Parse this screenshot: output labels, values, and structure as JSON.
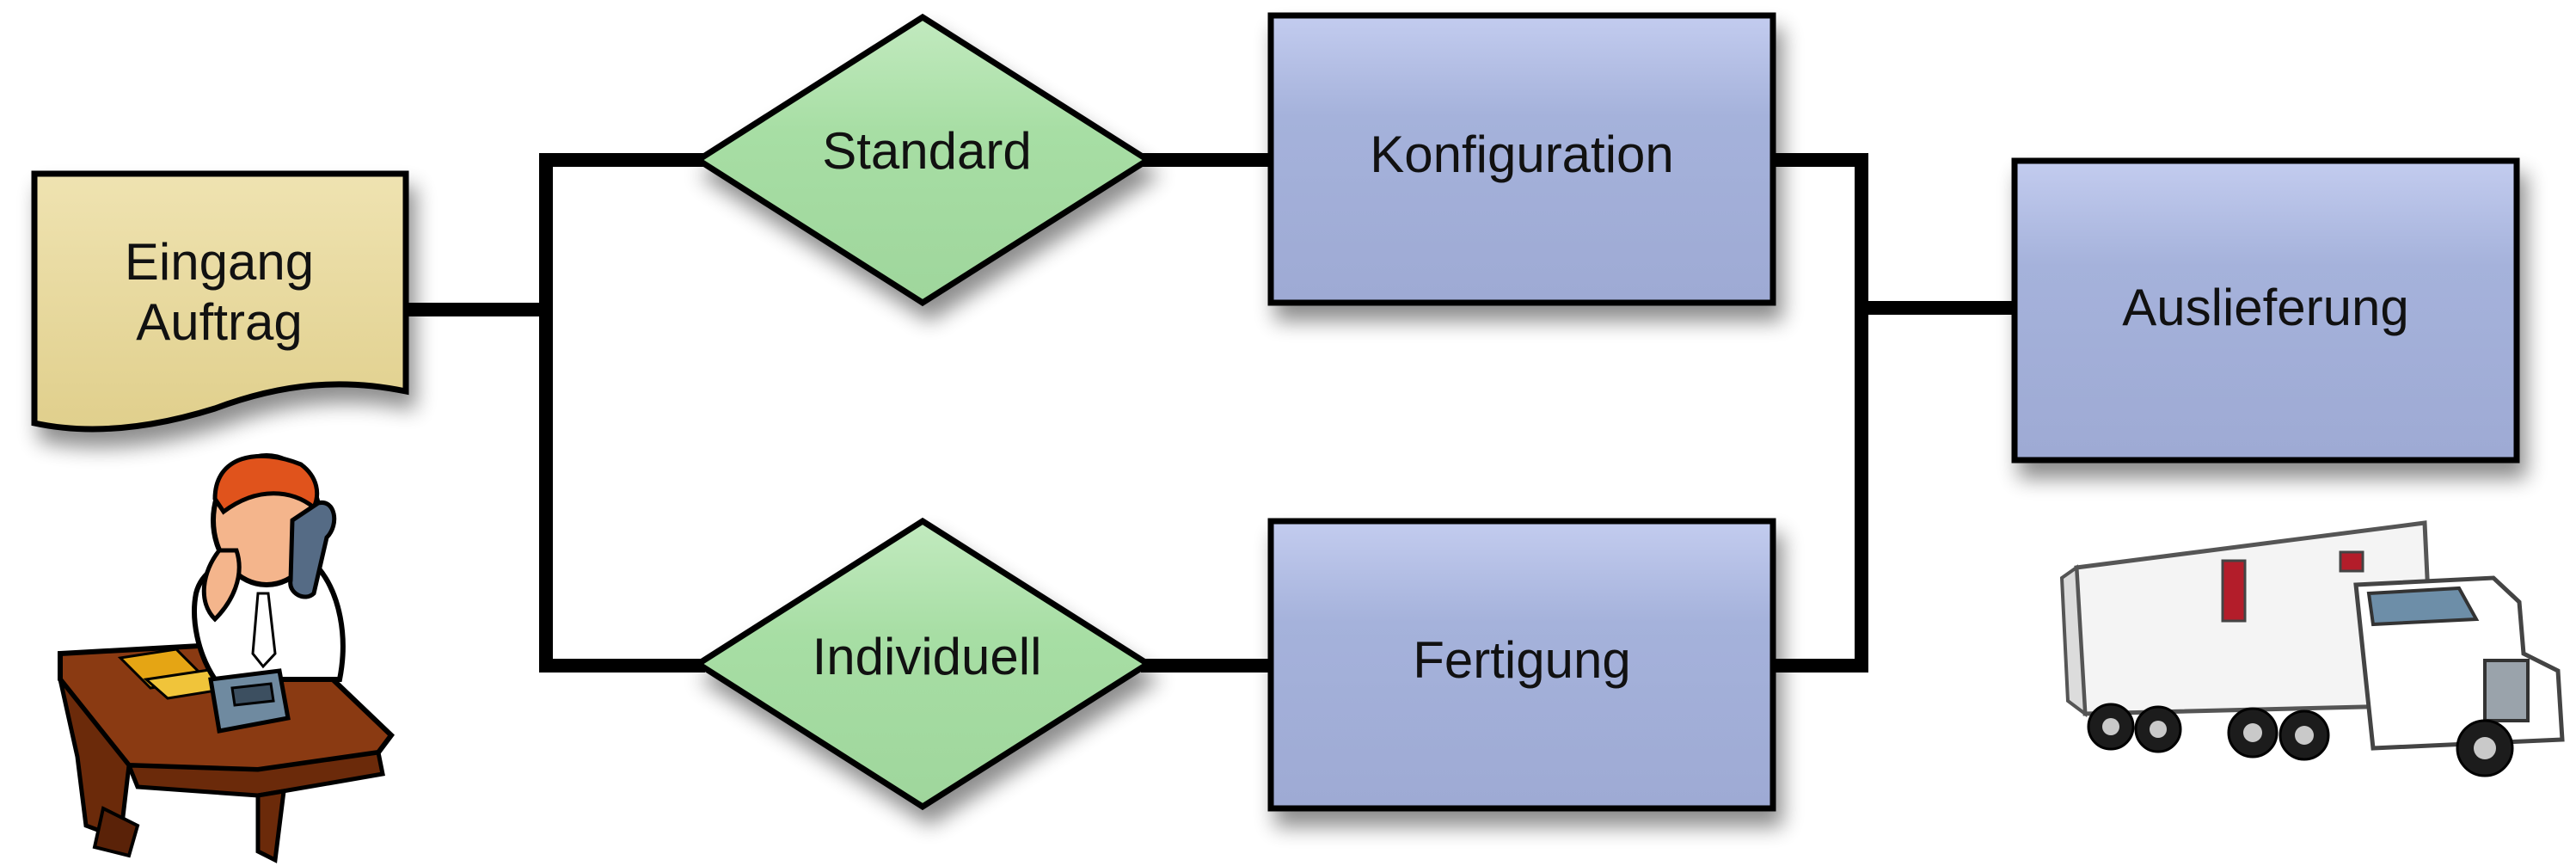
{
  "nodes": {
    "eingang": {
      "line1": "Eingang",
      "line2": "Auftrag",
      "fill": "#e6d598"
    },
    "standard": {
      "label": "Standard",
      "fill": "#a9dfa6"
    },
    "individuell": {
      "label": "Individuell",
      "fill": "#a9dfa6"
    },
    "konfiguration": {
      "label": "Konfiguration",
      "fill": "#a3b0d9"
    },
    "fertigung": {
      "label": "Fertigung",
      "fill": "#a3b0d9"
    },
    "auslieferung": {
      "label": "Auslieferung",
      "fill": "#a3b0d9"
    }
  },
  "illustrations": {
    "left": "clerk-on-phone-at-desk",
    "right": "white-semi-truck"
  },
  "colors": {
    "stroke": "#000000",
    "connector": "#000000"
  }
}
